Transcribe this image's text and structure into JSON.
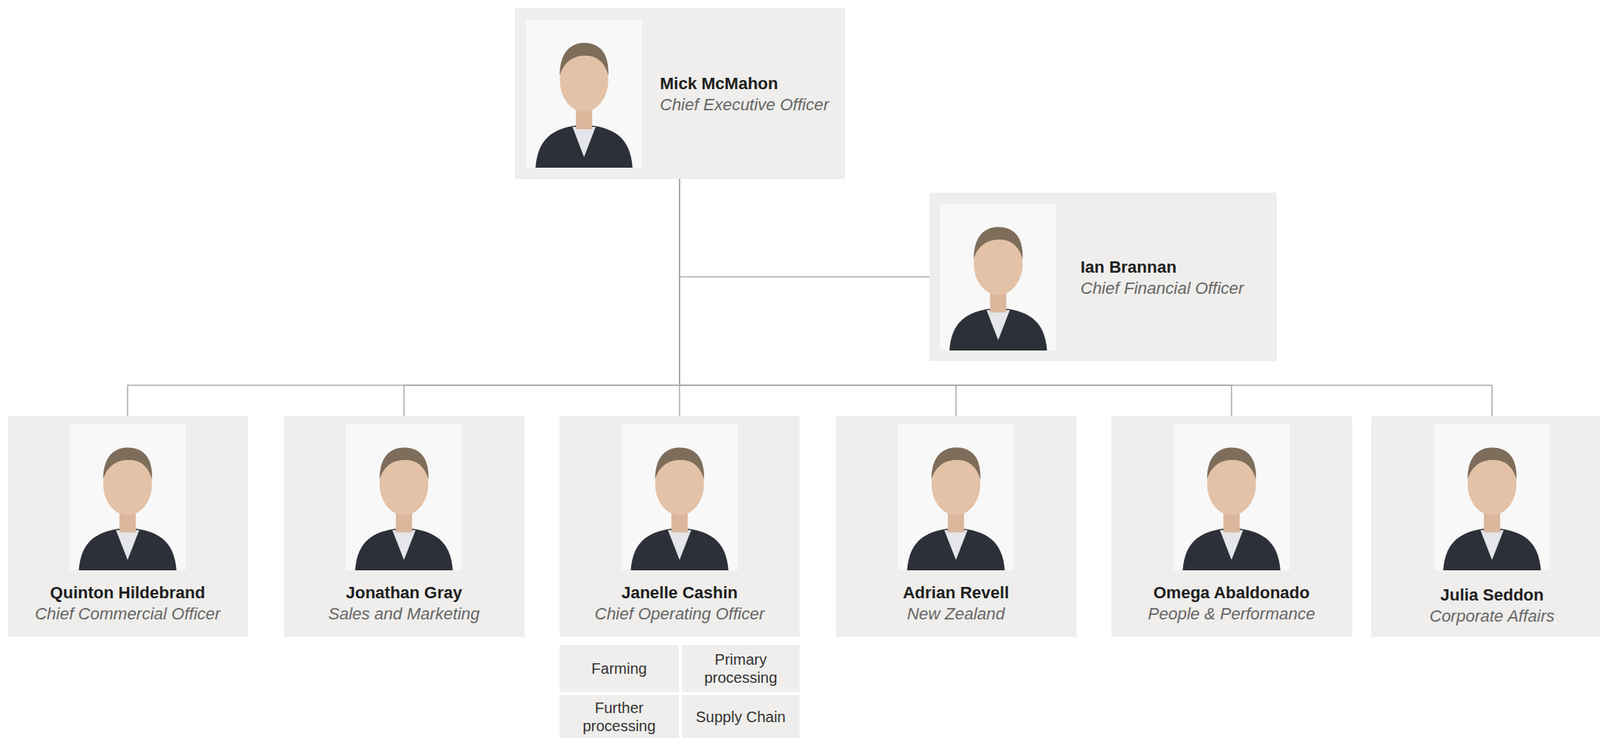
{
  "diagram": {
    "nodes": [
      {
        "text": [
          "Mick McMahon",
          "Chief Executive Officer"
        ]
      },
      {
        "text": [
          "Ian Brannan",
          "Chief Financial Officer"
        ]
      },
      {
        "text": [
          "Quinton Hildebrand",
          "Chief Commercial Officer"
        ]
      },
      {
        "text": [
          "Jonathan Gray",
          "Sales and Marketing"
        ]
      },
      {
        "text": [
          "Janelle Cashin",
          "Chief Operating Officer"
        ]
      },
      {
        "text": [
          "Adrian Revell",
          "New Zealand"
        ]
      },
      {
        "text": [
          "Omega Abaldonado",
          "People & Performance"
        ]
      },
      {
        "text": [
          "Julia Seddon",
          "Corporate Affairs"
        ]
      },
      {
        "text": [
          "Farming"
        ]
      },
      {
        "text": [
          "Primary processing"
        ]
      },
      {
        "text": [
          "Further processing"
        ]
      },
      {
        "text": [
          "Supply Chain"
        ]
      }
    ],
    "edges": [
      {
        "from": 0,
        "to": 1,
        "arrow": "none"
      },
      {
        "from": 0,
        "to": 2,
        "arrow": "none"
      },
      {
        "from": 0,
        "to": 3,
        "arrow": "none"
      },
      {
        "from": 0,
        "to": 4,
        "arrow": "none"
      },
      {
        "from": 0,
        "to": 5,
        "arrow": "none"
      },
      {
        "from": 0,
        "to": 6,
        "arrow": "none"
      },
      {
        "from": 0,
        "to": 7,
        "arrow": "none"
      }
    ]
  }
}
